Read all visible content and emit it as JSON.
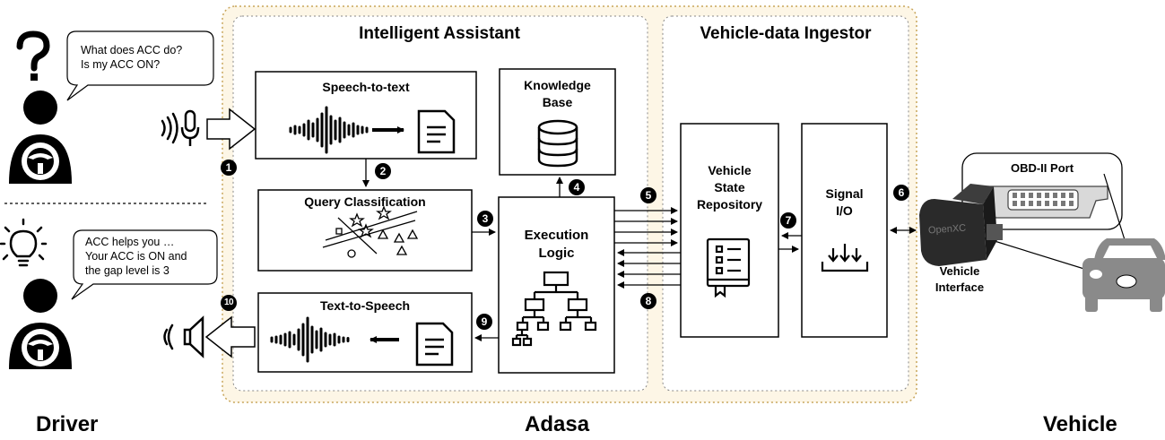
{
  "actors": {
    "driver": "Driver",
    "adasa": "Adasa",
    "vehicle": "Vehicle"
  },
  "sections": {
    "assistant": "Intelligent Assistant",
    "ingestor": "Vehicle-data Ingestor"
  },
  "blocks": {
    "speech_to_text": "Speech-to-text",
    "knowledge_base": [
      "Knowledge",
      "Base"
    ],
    "query_classification": "Query Classification",
    "execution_logic": [
      "Execution",
      "Logic"
    ],
    "text_to_speech": "Text-to-Speech",
    "vehicle_state_repository": [
      "Vehicle",
      "State",
      "Repository"
    ],
    "signal_io": [
      "Signal",
      "I/O"
    ],
    "obd_port": "OBD-II Port",
    "vehicle_interface": [
      "Vehicle",
      "Interface"
    ],
    "dongle_brand": "OpenXC"
  },
  "bubbles": {
    "question": [
      "What does ACC do?",
      "Is my ACC ON?"
    ],
    "answer": [
      "ACC helps you …",
      "Your ACC is ON and",
      "the gap level is 3"
    ]
  },
  "symbols": {
    "question_mark": "?"
  },
  "steps": [
    "1",
    "2",
    "3",
    "4",
    "5",
    "6",
    "7",
    "8",
    "9",
    "10"
  ],
  "colors": {
    "outer_fill": "#fdf6e6",
    "outer_border": "#c8a55a",
    "vehicle_gray": "#8a8a8a",
    "dongle": "#2a2a2a"
  },
  "icons": [
    "question-icon",
    "driver-icon",
    "lightbulb-icon",
    "microphone-icon",
    "sound-waves-icon",
    "speaker-icon",
    "waveform-icon",
    "document-icon",
    "database-icon",
    "shapes-scatter-icon",
    "flowchart-icon",
    "repository-book-icon",
    "signal-io-icon",
    "obd-port-icon",
    "dongle-icon",
    "car-icon"
  ]
}
